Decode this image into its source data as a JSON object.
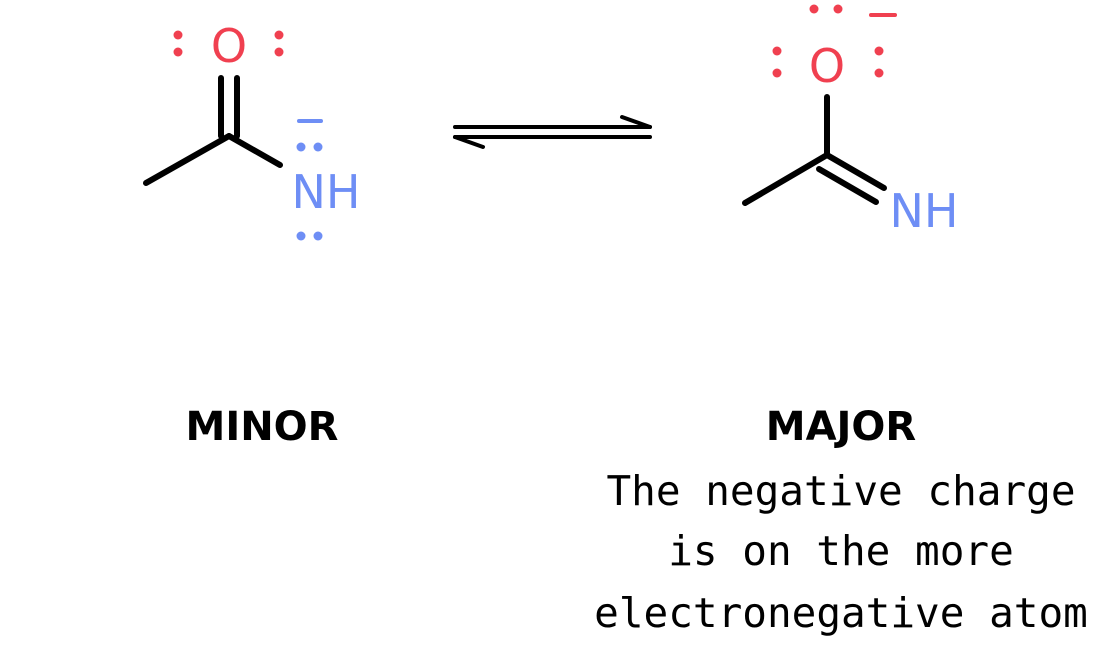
{
  "colors": {
    "bond": "#000000",
    "oxygen": "#f04050",
    "nitrogen": "#6e8ef5",
    "text": "#000000"
  },
  "left_structure": {
    "oxygen_symbol": "O",
    "nitrogen_symbol": "NH",
    "label": "MINOR"
  },
  "equilibrium": {
    "icon": "equilibrium-arrows-icon"
  },
  "right_structure": {
    "oxygen_symbol": "O",
    "nitrogen_symbol": "NH",
    "label": "MAJOR",
    "explanation_lines": [
      "The negative charge",
      "is on the more",
      "electronegative atom"
    ]
  }
}
